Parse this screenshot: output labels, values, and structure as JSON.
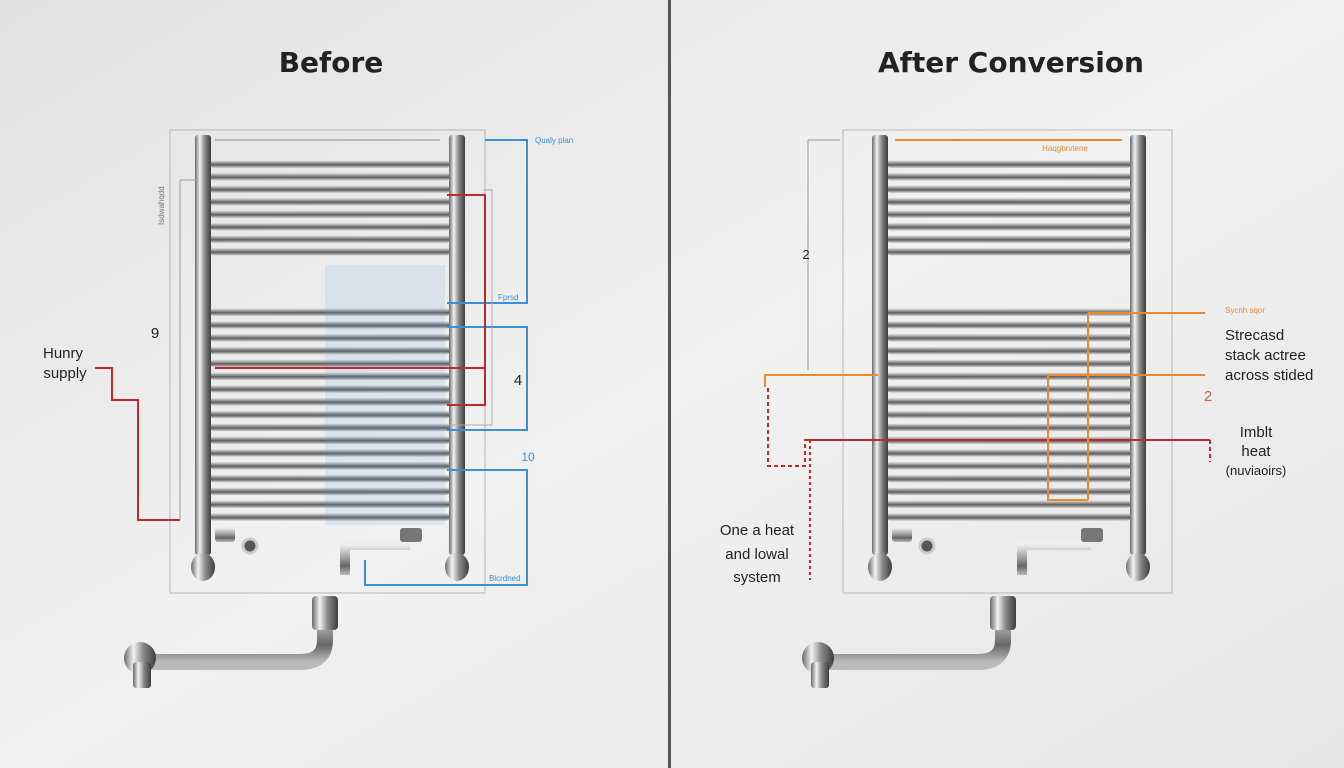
{
  "panels": {
    "before": {
      "title": "Before",
      "supply_label_1": "Hunry",
      "supply_label_2": "supply",
      "dim_left": "9",
      "dim_right_mid": "4",
      "dim_right_low": "10",
      "top_note": "Qualy plan",
      "mid_note": "Fprsd",
      "bottom_note": "Blcrdned",
      "side_note": "Isdwahqdd"
    },
    "after": {
      "title": "After Conversion",
      "dim_left": "2",
      "top_note": "Haqgbrvtene",
      "right_small_note": "Sycnh sqor",
      "right_text_1": "Strecasd",
      "right_text_2": "stack actree",
      "right_text_3": "across stided",
      "right_dim": "2",
      "heat_text_1": "Imblt",
      "heat_text_2": "heat",
      "heat_text_3": "(nuviaoirs)",
      "system_text_1": "One a heat",
      "system_text_2": "and lowal",
      "system_text_3": "system"
    }
  },
  "colors": {
    "blue": "#3a8fd6",
    "red": "#c0282b",
    "orange": "#e88a2e",
    "chrome": "#b8b8b8"
  }
}
